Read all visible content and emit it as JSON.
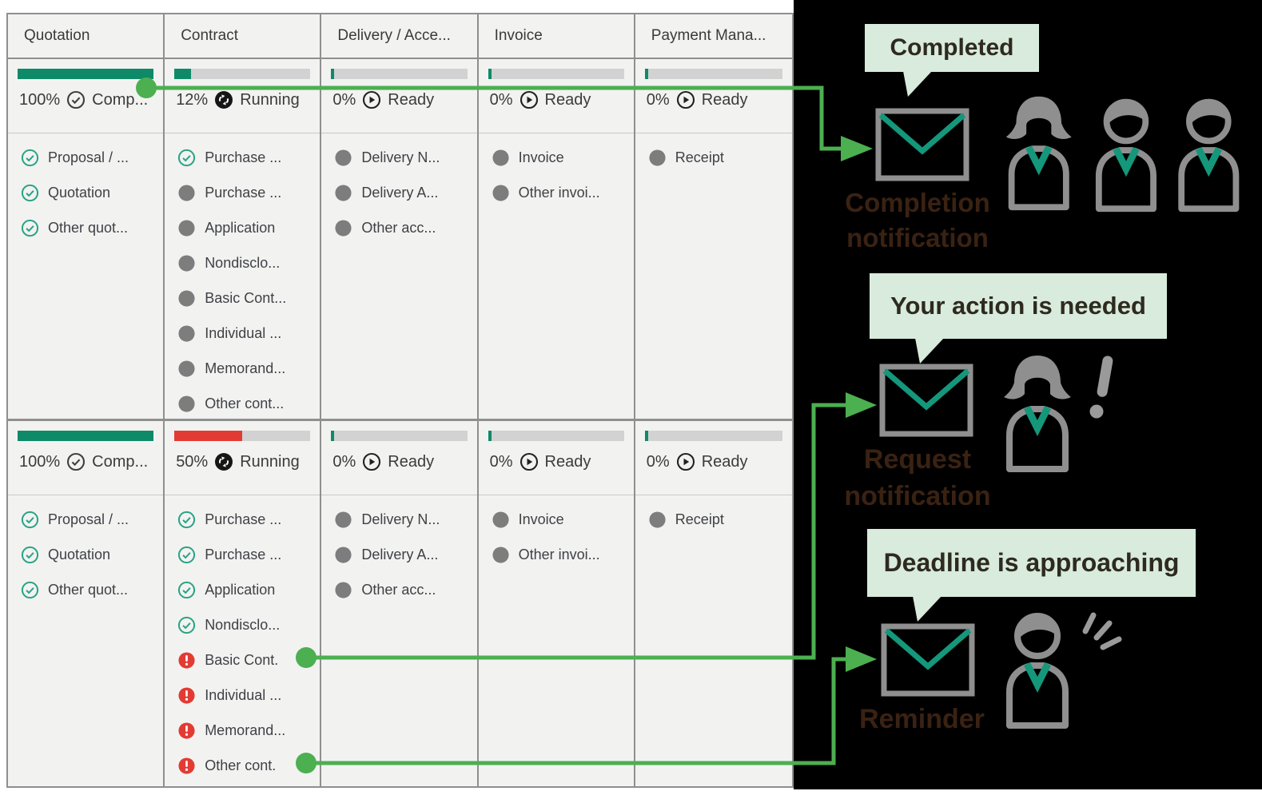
{
  "table": {
    "columns": [
      {
        "header": "Quotation",
        "rows": [
          {
            "percent": "100%",
            "label": "Comp...",
            "icon": "check-circle",
            "bar": {
              "value": 100,
              "color": "green",
              "connector": true
            },
            "items": [
              {
                "icon": "check",
                "label": "Proposal / ..."
              },
              {
                "icon": "check",
                "label": "Quotation"
              },
              {
                "icon": "check",
                "label": "Other quot..."
              }
            ]
          },
          {
            "percent": "100%",
            "label": "Comp...",
            "icon": "check-circle",
            "bar": {
              "value": 100,
              "color": "green"
            },
            "items": [
              {
                "icon": "check",
                "label": "Proposal / ..."
              },
              {
                "icon": "check",
                "label": "Quotation"
              },
              {
                "icon": "check",
                "label": "Other quot..."
              }
            ]
          }
        ]
      },
      {
        "header": "Contract",
        "rows": [
          {
            "percent": "12%",
            "label": "Running",
            "icon": "sync",
            "bar": {
              "value": 12,
              "color": "green"
            },
            "items": [
              {
                "icon": "check",
                "label": "Purchase ..."
              },
              {
                "icon": "dot",
                "label": "Purchase ..."
              },
              {
                "icon": "dot",
                "label": "Application"
              },
              {
                "icon": "dot",
                "label": "Nondisclo..."
              },
              {
                "icon": "dot",
                "label": "Basic Cont..."
              },
              {
                "icon": "dot",
                "label": "Individual ..."
              },
              {
                "icon": "dot",
                "label": "Memorand..."
              },
              {
                "icon": "dot",
                "label": "Other cont..."
              }
            ]
          },
          {
            "percent": "50%",
            "label": "Running",
            "icon": "sync",
            "bar": {
              "value": 50,
              "color": "red"
            },
            "items": [
              {
                "icon": "check",
                "label": "Purchase ..."
              },
              {
                "icon": "check",
                "label": "Purchase ..."
              },
              {
                "icon": "check",
                "label": "Application"
              },
              {
                "icon": "check",
                "label": "Nondisclo..."
              },
              {
                "icon": "alert",
                "label": "Basic Cont.",
                "connector": true
              },
              {
                "icon": "alert",
                "label": "Individual ..."
              },
              {
                "icon": "alert",
                "label": "Memorand..."
              },
              {
                "icon": "alert",
                "label": "Other cont.",
                "connector": true
              }
            ]
          }
        ]
      },
      {
        "header": "Delivery / Acce...",
        "rows": [
          {
            "percent": "0%",
            "label": "Ready",
            "icon": "play",
            "bar": {
              "value": 0,
              "color": "green"
            },
            "items": [
              {
                "icon": "dot",
                "label": "Delivery N..."
              },
              {
                "icon": "dot",
                "label": "Delivery A..."
              },
              {
                "icon": "dot",
                "label": "Other acc..."
              }
            ]
          },
          {
            "percent": "0%",
            "label": "Ready",
            "icon": "play",
            "bar": {
              "value": 0,
              "color": "green"
            },
            "items": [
              {
                "icon": "dot",
                "label": "Delivery N..."
              },
              {
                "icon": "dot",
                "label": "Delivery A..."
              },
              {
                "icon": "dot",
                "label": "Other acc..."
              }
            ]
          }
        ]
      },
      {
        "header": "Invoice",
        "rows": [
          {
            "percent": "0%",
            "label": "Ready",
            "icon": "play",
            "bar": {
              "value": 0,
              "color": "green"
            },
            "items": [
              {
                "icon": "dot",
                "label": "Invoice"
              },
              {
                "icon": "dot",
                "label": "Other invoi..."
              }
            ]
          },
          {
            "percent": "0%",
            "label": "Ready",
            "icon": "play",
            "bar": {
              "value": 0,
              "color": "green"
            },
            "items": [
              {
                "icon": "dot",
                "label": "Invoice"
              },
              {
                "icon": "dot",
                "label": "Other invoi..."
              }
            ]
          }
        ]
      },
      {
        "header": "Payment Mana...",
        "rows": [
          {
            "percent": "0%",
            "label": "Ready",
            "icon": "play",
            "bar": {
              "value": 0,
              "color": "green"
            },
            "items": [
              {
                "icon": "dot",
                "label": "Receipt"
              }
            ]
          },
          {
            "percent": "0%",
            "label": "Ready",
            "icon": "play",
            "bar": {
              "value": 0,
              "color": "green"
            },
            "items": [
              {
                "icon": "dot",
                "label": "Receipt"
              }
            ]
          }
        ]
      }
    ]
  },
  "notifications": [
    {
      "bubble": "Completed",
      "caption": "Completion notification",
      "people": 3,
      "extra": "none"
    },
    {
      "bubble": "Your action is needed",
      "caption": "Request notification",
      "people": 1,
      "extra": "exclamation"
    },
    {
      "bubble": "Deadline is approaching",
      "caption": "Reminder",
      "people": 1,
      "extra": "alert-lines"
    }
  ],
  "colors": {
    "connector_green": "#4caf50",
    "progress_green": "#0f8a68",
    "progress_red": "#e23b33",
    "check_teal": "#2aa385",
    "envelope_teal": "#14977b",
    "bubble_bg": "#d8ebdc",
    "caption_text": "#3a2213",
    "panel_bg": "#000000"
  }
}
